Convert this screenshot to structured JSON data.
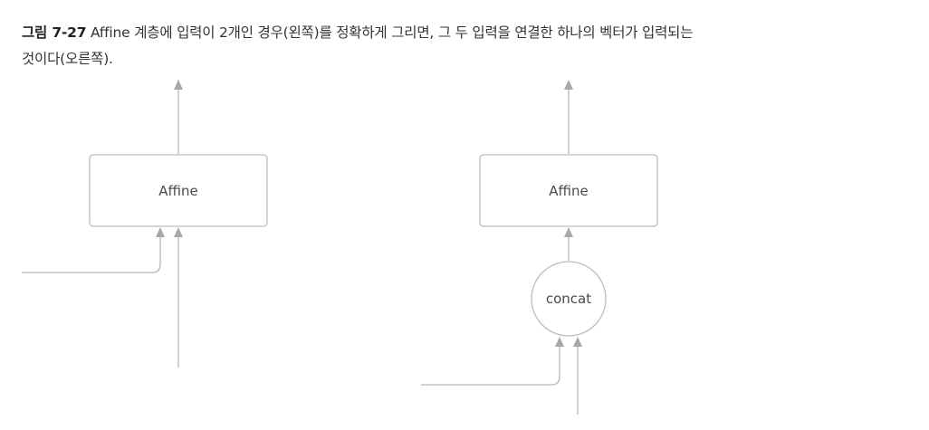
{
  "figure": {
    "label": "그림 7-27",
    "caption_line1": "Affine 계층에 입력이 2개인 경우(왼쪽)를 정확하게 그리면, 그 두 입력을 연결한 하나의 벡터가 입력되는",
    "caption_line2": "것이다(오른쪽)."
  },
  "left_diagram": {
    "affine_label": "Affine"
  },
  "right_diagram": {
    "affine_label": "Affine",
    "concat_label": "concat"
  },
  "colors": {
    "line": "#b5b5b5",
    "arrowhead": "#a8a8a8",
    "box_border": "#bdbdbd"
  }
}
